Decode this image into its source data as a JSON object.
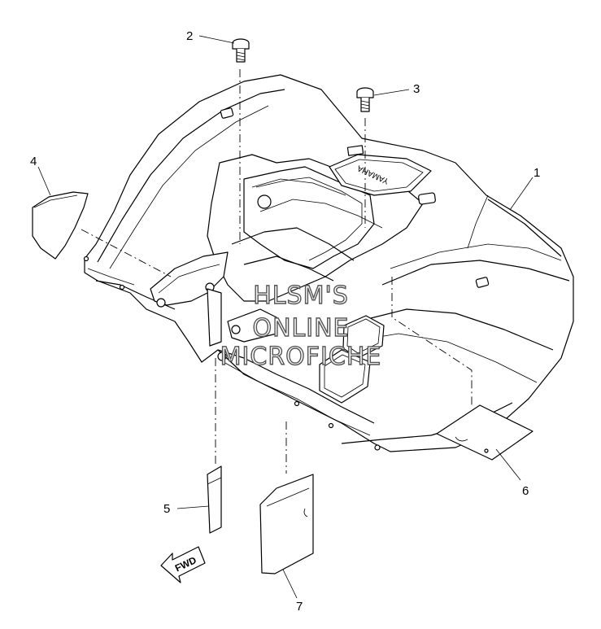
{
  "diagram": {
    "callouts": [
      {
        "id": "1",
        "label": "1"
      },
      {
        "id": "2",
        "label": "2"
      },
      {
        "id": "3",
        "label": "3"
      },
      {
        "id": "4",
        "label": "4"
      },
      {
        "id": "5",
        "label": "5"
      },
      {
        "id": "6",
        "label": "6"
      },
      {
        "id": "7",
        "label": "7"
      }
    ],
    "embossed_text": "YAMAHA",
    "direction_marker": "FWD",
    "watermark": {
      "line1": "HLSM'S",
      "line2": "ONLINE",
      "line3": "MICROFICHE"
    }
  }
}
